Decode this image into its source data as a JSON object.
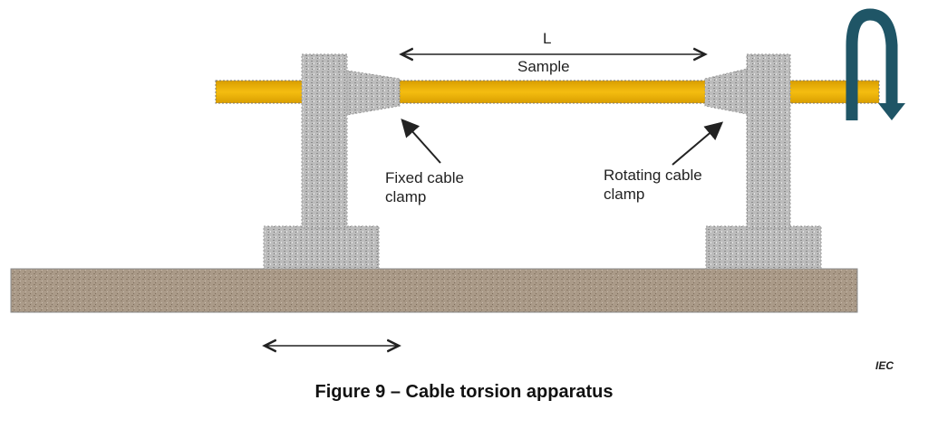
{
  "labels": {
    "length": "L",
    "sample": "Sample",
    "fixed_clamp_line1": "Fixed cable",
    "fixed_clamp_line2": "clamp",
    "rotating_clamp_line1": "Rotating cable",
    "rotating_clamp_line2": "clamp",
    "source": "IEC"
  },
  "caption": "Figure 9 – Cable torsion apparatus",
  "colors": {
    "cable": "#f0b400",
    "clamp": "#b8b8b8",
    "base": "#a8998a",
    "rotation_arrow": "#1f5566"
  }
}
